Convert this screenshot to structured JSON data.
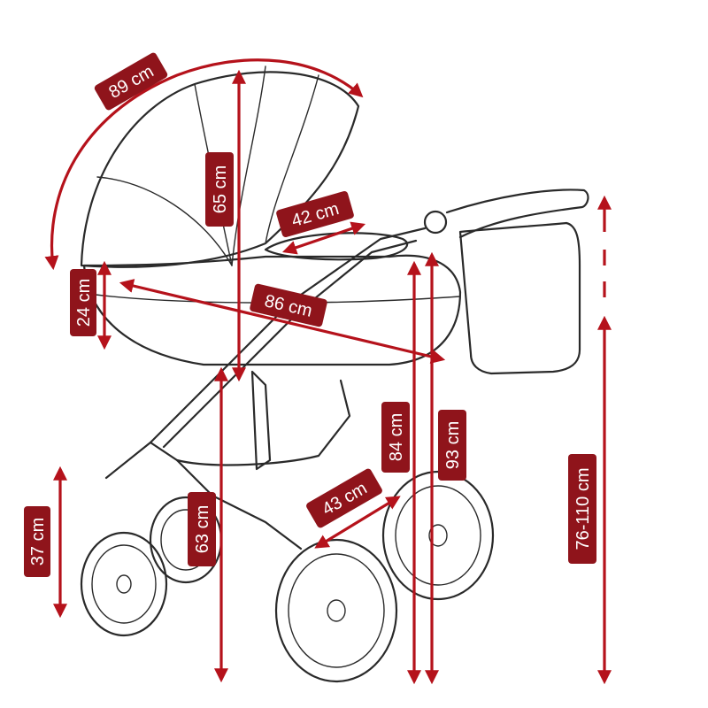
{
  "measurements": {
    "canopy_arc": "89 cm",
    "canopy_height": "65 cm",
    "carrycot_width": "42 cm",
    "carrycot_depth": "24 cm",
    "carrycot_length": "86 cm",
    "wheel_height": "37 cm",
    "seat_height": "63 cm",
    "frame_width": "43 cm",
    "height_84": "84 cm",
    "height_93": "93 cm",
    "handle_height": "76-110 cm"
  },
  "colors": {
    "accent": "#b5121b",
    "label_bg": "#8f141b",
    "outline": "#2a2a2a"
  }
}
